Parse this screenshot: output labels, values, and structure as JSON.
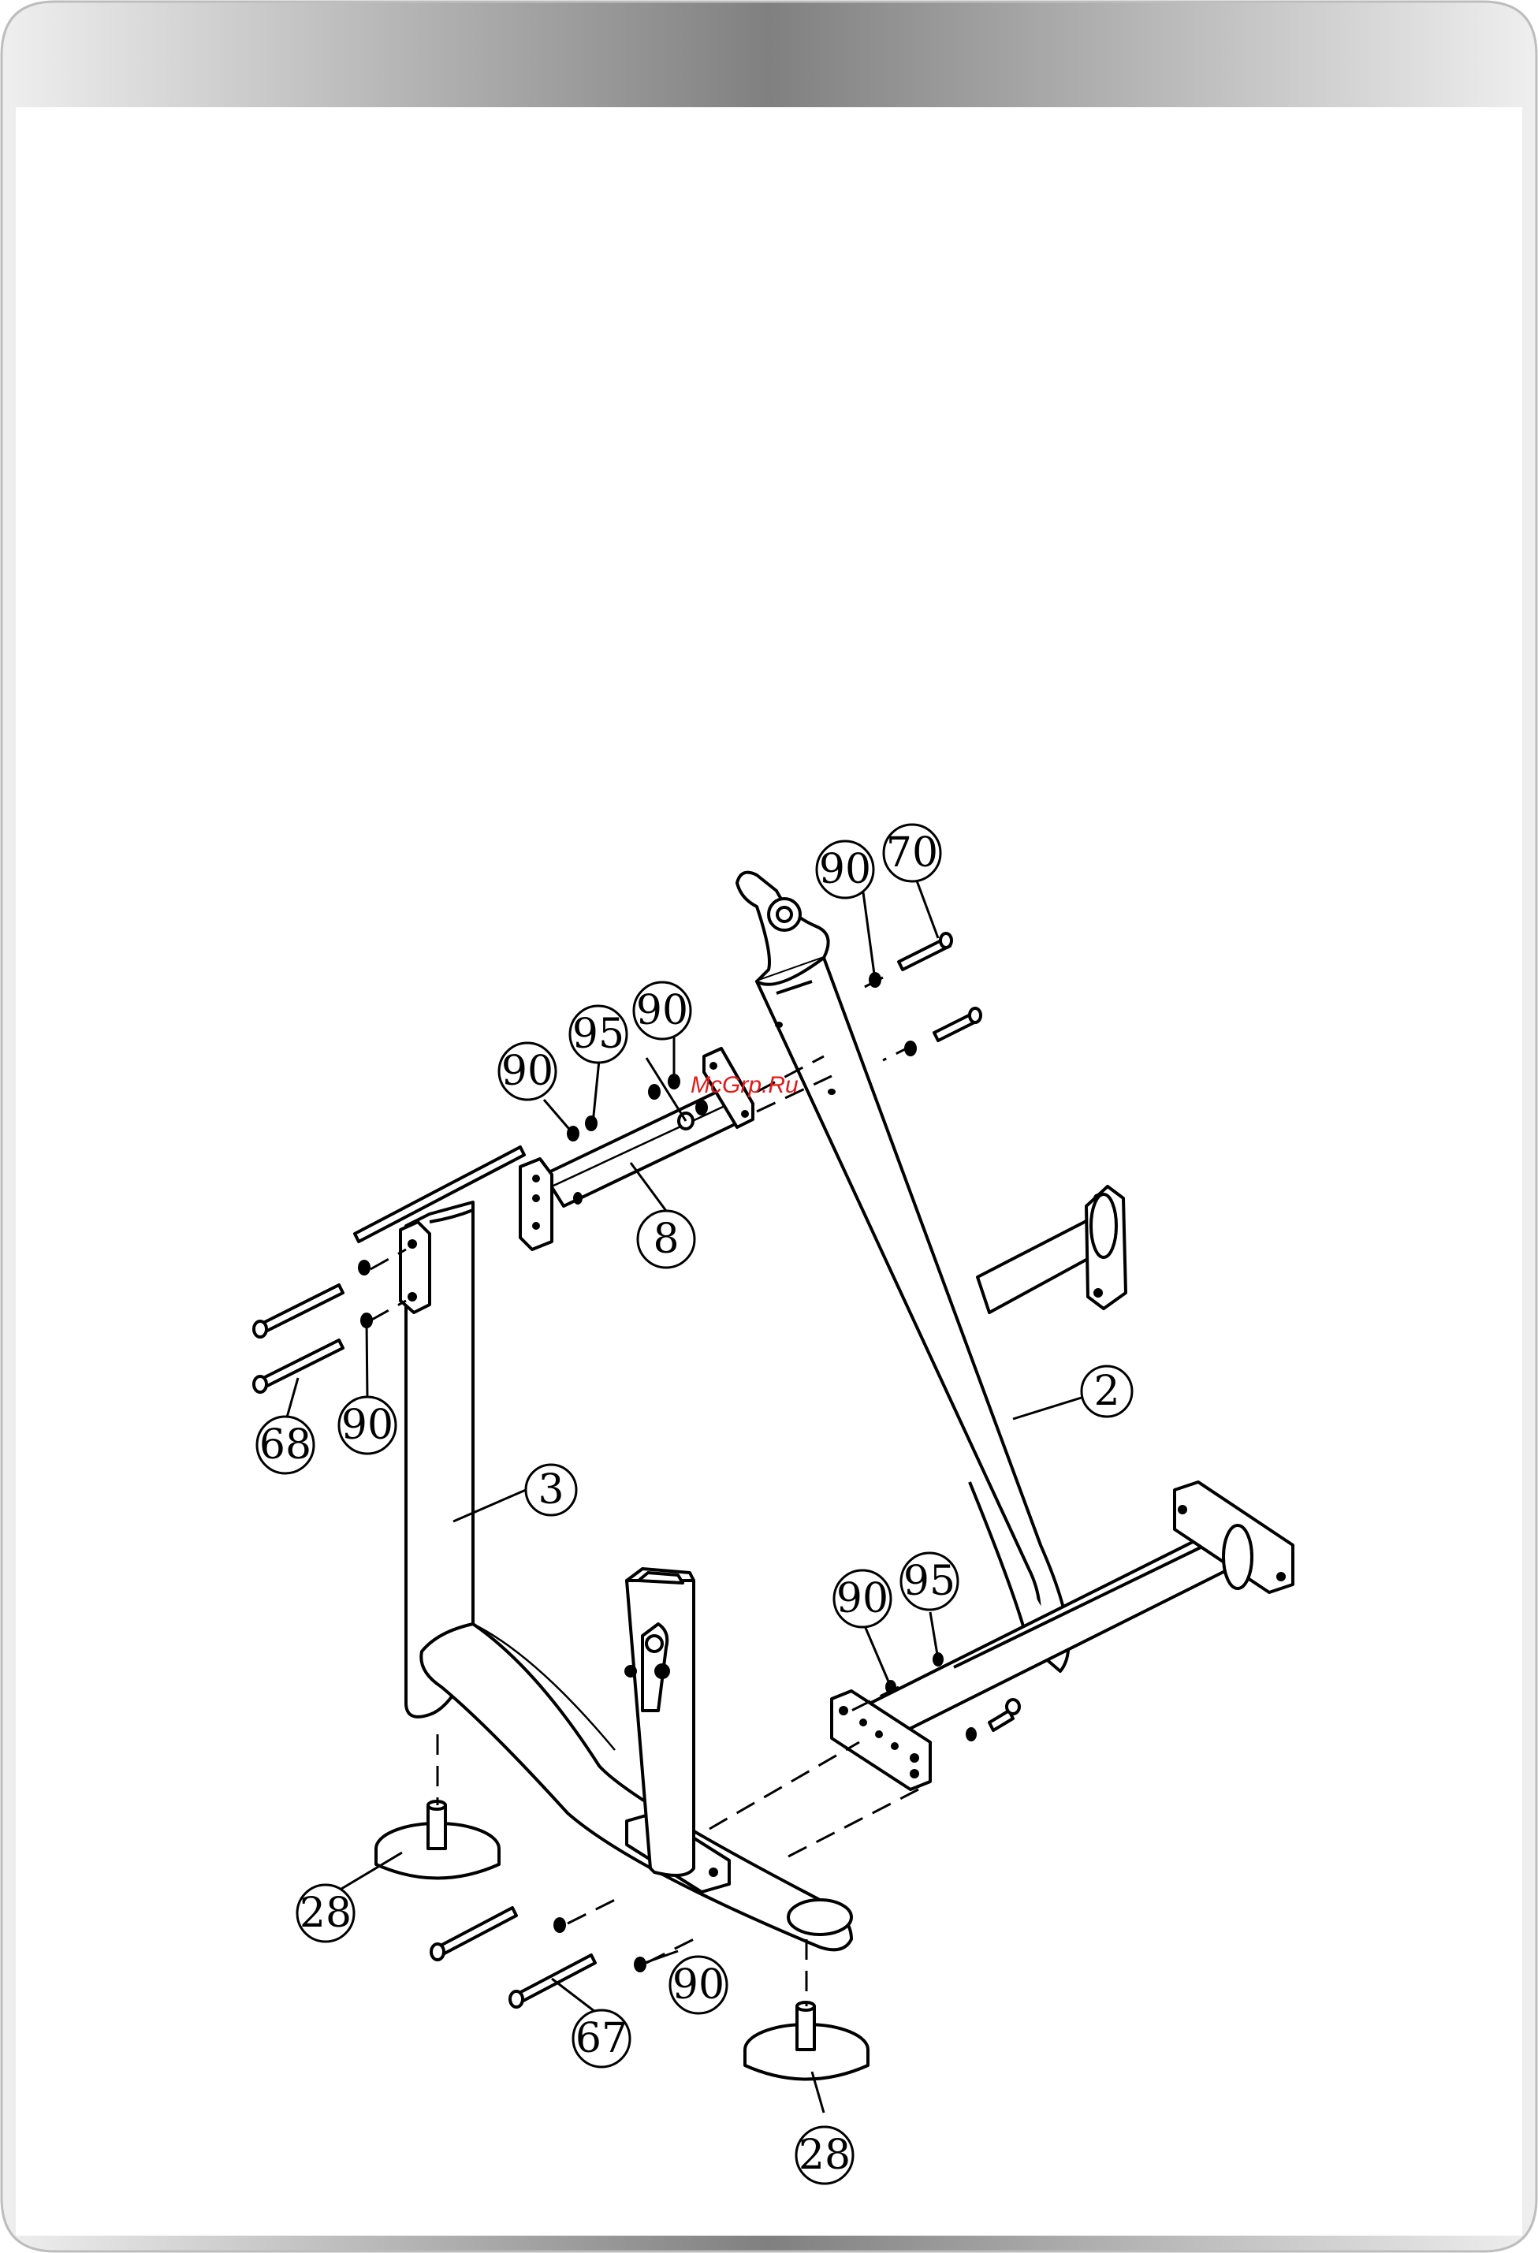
{
  "watermark": "McGrp.Ru",
  "callouts": [
    {
      "id": "c90-top-right",
      "text": "90"
    },
    {
      "id": "c70-top-right",
      "text": "70"
    },
    {
      "id": "c95-upper",
      "text": "95"
    },
    {
      "id": "c90-upper-mid",
      "text": "90"
    },
    {
      "id": "c90-upper-left",
      "text": "90"
    },
    {
      "id": "c8",
      "text": "8"
    },
    {
      "id": "c68",
      "text": "68"
    },
    {
      "id": "c90-left",
      "text": "90"
    },
    {
      "id": "c2",
      "text": "2"
    },
    {
      "id": "c3",
      "text": "3"
    },
    {
      "id": "c90-right-mid",
      "text": "90"
    },
    {
      "id": "c95-right-mid",
      "text": "95"
    },
    {
      "id": "c28-left",
      "text": "28"
    },
    {
      "id": "c90-bottom",
      "text": "90"
    },
    {
      "id": "c67",
      "text": "67"
    },
    {
      "id": "c28-bottom",
      "text": "28"
    }
  ],
  "colors": {
    "header_dark": "#808080",
    "header_light": "#e6e6e6",
    "watermark": "#e21a1a"
  }
}
